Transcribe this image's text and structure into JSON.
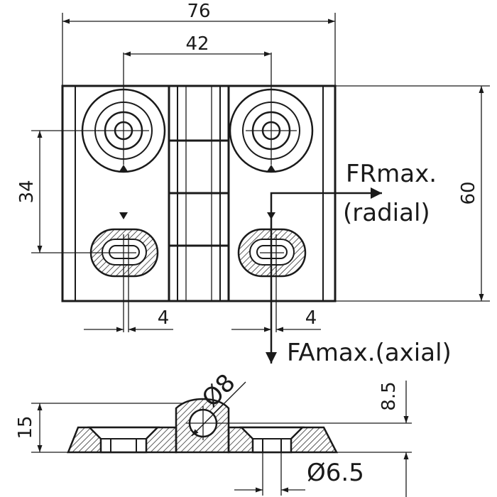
{
  "dimensions": {
    "width_overall": "76",
    "hole_spacing_horizontal": "42",
    "hole_spacing_vertical": "34",
    "height_overall": "60",
    "slot_offset_left": "4",
    "slot_offset_right": "4",
    "pin_diameter": "Ø8",
    "pin_center_height": "8.5",
    "thickness": "15",
    "hole_diameter": "Ø6.5"
  },
  "forces": {
    "radial_name": "FRmax.",
    "radial_note": "(radial)",
    "axial_label": "FAmax.(axial)"
  },
  "colors": {
    "ink": "#1a1a1a",
    "background": "#ffffff"
  }
}
